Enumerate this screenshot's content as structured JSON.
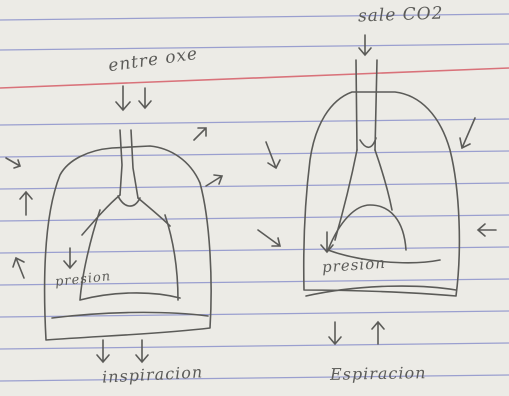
{
  "page": {
    "paper_color": "#ecebe6",
    "rule_line_color": "#7f86c8",
    "margin_line_color": "#d9727a",
    "pencil_color": "#5b5b58"
  },
  "left_sketch": {
    "top_label": "entre oxe",
    "pressure_label": "presion",
    "bottom_label": "inspiracion"
  },
  "right_sketch": {
    "top_label": "sale CO2",
    "pressure_label": "presion",
    "bottom_label": "Espiracion"
  },
  "icons": [
    "arrow-down-icon",
    "arrow-up-icon",
    "arrow-left-icon",
    "arrow-right-icon"
  ]
}
